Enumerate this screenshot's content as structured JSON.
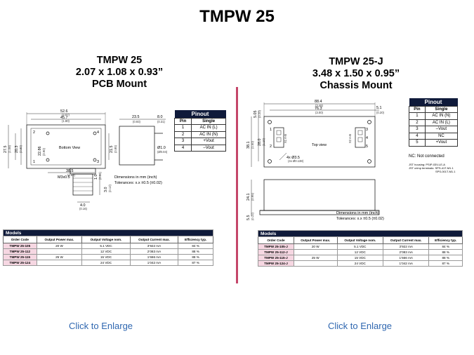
{
  "page_title": "TMPW 25",
  "left": {
    "title1": "TMPW 25",
    "title2": "2.07 x 1.08 x 0.93”",
    "title3": "PCB Mount",
    "dims": {
      "w_total": "52.6",
      "w_total_in": "(2.07)",
      "w_inner": "45.7",
      "w_inner_in": "(1.80)",
      "w_pins": "38.5",
      "w_pins_in": "(1.52)",
      "h_total": "27.5",
      "h_total_in": "(1.08)",
      "h_a": "20.3",
      "h_a_in": "(0.80)",
      "h_b": "22.86",
      "h_b_in": "(0.90)",
      "h_c": "21.5",
      "h_c_in": "(0.85)",
      "side_w": "23.5",
      "side_w_in": "(0.93)",
      "side_p": "8.0",
      "side_p_in": "(0.31)",
      "pin_d": "Ø1.0",
      "pin_d_in": "(Ø0.04)",
      "screw": "M3x0.5",
      "v1": "1.0",
      "v1_in": "(0.04)",
      "v2": "3.0",
      "v2_in": "(0.12)",
      "v3": "4.0",
      "v3_in": "(0.16)",
      "view": "Bottom View",
      "p1": "1",
      "p2": "2",
      "p3": "3",
      "p4": "4"
    },
    "dim_note1": "Dimensions in mm (inch)",
    "dim_note2": "Tolerances: x.x  ±0.5 (±0.02)",
    "pinout": {
      "caption": "Pinout",
      "headers": [
        "Pin",
        "Single"
      ],
      "rows": [
        [
          "1",
          "AC IN (L)"
        ],
        [
          "2",
          "AC IN (N)"
        ],
        [
          "3",
          "+Vout"
        ],
        [
          "4",
          "–Vout"
        ]
      ]
    },
    "models": {
      "caption": "Models",
      "headers": [
        "Order Code",
        "Output Power max.",
        "Output Voltage nom.",
        "Output Current max.",
        "Efficiency typ."
      ],
      "rows": [
        [
          "TMPW 25-105",
          "20 W",
          "5.1 VDC",
          "3’922 mA",
          "84 %"
        ],
        [
          "TMPW 25-112",
          "",
          "12 VDC",
          "2’083 mA",
          "88 %"
        ],
        [
          "TMPW 25-115",
          "25 W",
          "15 VDC",
          "1’666 mA",
          "88 %"
        ],
        [
          "TMPW 25-124",
          "",
          "24 VDC",
          "1’042 mA",
          "87 %"
        ]
      ]
    },
    "enlarge": "Click to Enlarge"
  },
  "right": {
    "title1": "TMPW 25-J",
    "title2": "3.48 x 1.50 x 0.95”",
    "title3": "Chassis Mount",
    "dims": {
      "w_total": "88.4",
      "w_total_in": "(3.48)",
      "w_holes": "76.3",
      "w_holes_in": "(3.00)",
      "w_edge": "5.1",
      "w_edge_in": "(0.20)",
      "h_total": "38.1",
      "h_total_in": "(1.50)",
      "h_holes": "28.0",
      "h_holes_in": "(1.10)",
      "h_edge": "5.05",
      "h_edge_in": "(0.20)",
      "h_side": "24.1",
      "h_side_in": "(0.95)",
      "h_flange": "5.5",
      "h_flange_in": "(0.22)",
      "holes": "4x Ø3.5",
      "holes_in": "(4x Ø0.138)",
      "view": "Top view",
      "c1": "1",
      "c2": "2",
      "c3": "3",
      "c4": "4",
      "c5": "5",
      "conn_l": "X1 A-B",
      "conn_r": "X2 A-B"
    },
    "dim_note1": "Dimensions in mm (inch)",
    "dim_note2": "Tolerances: x.x  ±0.5 (±0.02)",
    "pinout": {
      "caption": "Pinout",
      "headers": [
        "Pin",
        "Single"
      ],
      "rows": [
        [
          "1",
          "AC IN (N)"
        ],
        [
          "2",
          "AC IN (L)"
        ],
        [
          "3",
          "–Vout"
        ],
        [
          "4",
          "NC"
        ],
        [
          "5",
          "+Vout"
        ]
      ]
    },
    "nc_note": "NC: Not connected",
    "jst1": "JST housing: PSIP-03V-LE-A",
    "jst2": "JST crimp terminals: SPS-41T-M1.1",
    "jst3": "SPS-001T-M1.1",
    "models": {
      "caption": "Models",
      "headers": [
        "Order Code",
        "Output Power max.",
        "Output Voltage nom.",
        "Output Current max.",
        "Efficiency typ."
      ],
      "rows": [
        [
          "TMPW 25-105-J",
          "20 W",
          "5.1 VDC",
          "3’922 mA",
          "84 %"
        ],
        [
          "TMPW 25-112-J",
          "",
          "12 VDC",
          "2’083 mA",
          "88 %"
        ],
        [
          "TMPW 25-115-J",
          "25 W",
          "15 VDC",
          "1’666 mA",
          "88 %"
        ],
        [
          "TMPW 25-124-J",
          "",
          "24 VDC",
          "1’042 mA",
          "87 %"
        ]
      ]
    },
    "enlarge": "Click to Enlarge"
  }
}
